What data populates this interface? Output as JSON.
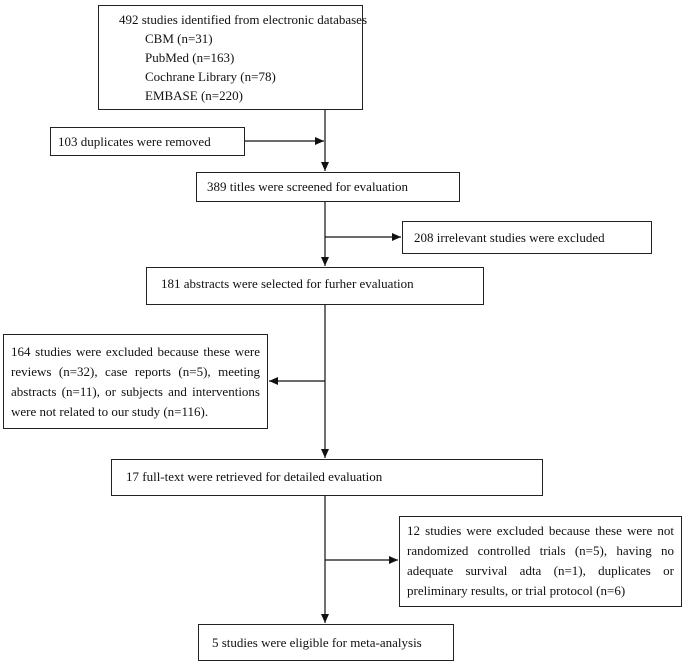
{
  "identified": {
    "title": "492 studies identified from electronic databases",
    "sources": [
      "CBM (n=31)",
      "PubMed (n=163)",
      "Cochrane Library (n=78)",
      "EMBASE (n=220)"
    ]
  },
  "duplicates": "103 duplicates were removed",
  "titles_screened": "389 titles were screened for evaluation",
  "irrelevant_excluded": "208 irrelevant studies were excluded",
  "abstracts_selected": "181 abstracts were selected for furher evaluation",
  "excluded_164": {
    "lines": [
      "164 studies were excluded because these were",
      "reviews (n=32), case reports (n=5), meeting",
      "abstracts (n=11), or subjects and interventions",
      "were not related to our study (n=116)."
    ]
  },
  "fulltext_retrieved": "17 full-text were retrieved for detailed evaluation",
  "excluded_12": {
    "lines": [
      "12 studies were excluded because these were not",
      "randomized controlled trials (n=5), having no",
      "adequate survival adta (n=1), duplicates or",
      "preliminary results, or trial protocol (n=6)"
    ]
  },
  "eligible": "5 studies were eligible for meta-analysis"
}
